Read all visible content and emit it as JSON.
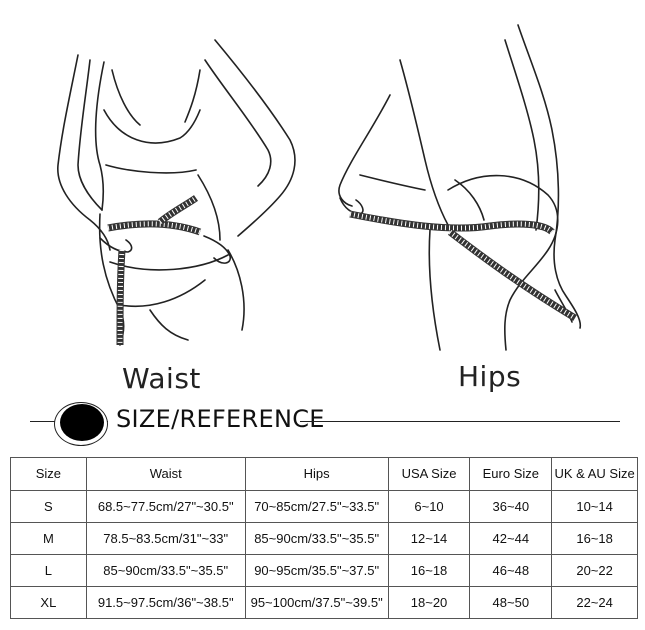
{
  "labels": {
    "waist": "Waist",
    "hips": "Hips"
  },
  "section": {
    "title": "SIZE/REFERENCE"
  },
  "table": {
    "headers": [
      "Size",
      "Waist",
      "Hips",
      "USA Size",
      "Euro Size",
      "UK & AU Size"
    ],
    "rows": [
      [
        "S",
        "68.5~77.5cm/27\"~30.5\"",
        "70~85cm/27.5\"~33.5\"",
        "6~10",
        "36~40",
        "10~14"
      ],
      [
        "M",
        "78.5~83.5cm/31\"~33\"",
        "85~90cm/33.5\"~35.5\"",
        "12~14",
        "42~44",
        "16~18"
      ],
      [
        "L",
        "85~90cm/33.5\"~35.5\"",
        "90~95cm/35.5\"~37.5\"",
        "16~18",
        "46~48",
        "20~22"
      ],
      [
        "XL",
        "91.5~97.5cm/36\"~38.5\"",
        "95~100cm/37.5\"~39.5\"",
        "18~20",
        "48~50",
        "22~24"
      ]
    ]
  }
}
